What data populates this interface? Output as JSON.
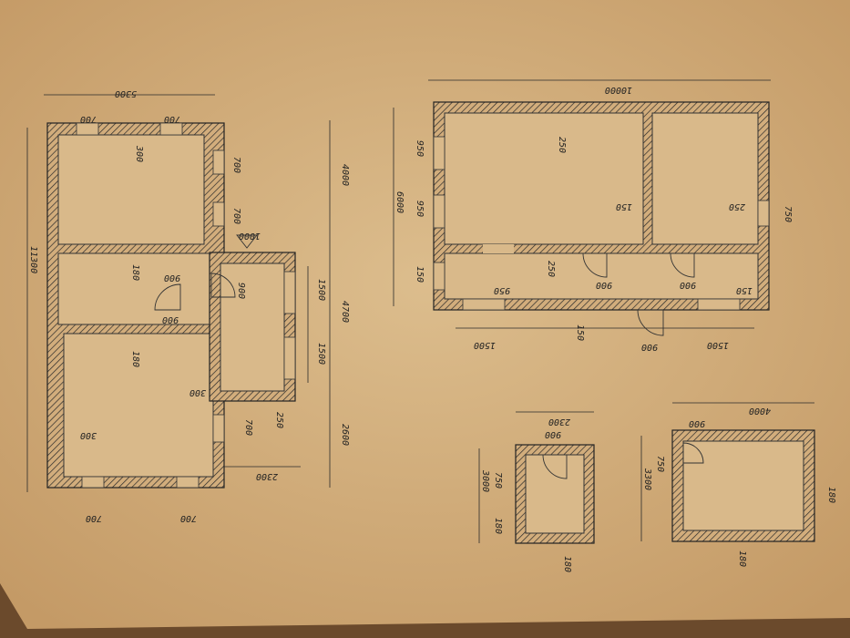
{
  "colors": {
    "paper": "#d4b282",
    "paper_edge": "#c7a06f",
    "background": "#6b4a2c",
    "ink": "#222222"
  },
  "plan_a": {
    "overall_length": "11300",
    "overall_width": "5300",
    "window_top_left": "700",
    "window_top_right": "700",
    "room1_label": "300",
    "room2_label": "180",
    "room2_door": "900",
    "room2_opening": "900",
    "room3_label": "180",
    "room3_corner": "300",
    "room3_bottom": "300",
    "right_side_win1": "700",
    "right_side_win2": "700",
    "porch_door": "1000",
    "porch_door2": "900",
    "porch_win1": "1500",
    "porch_win2": "1500",
    "porch_wall": "250",
    "porch_small": "700",
    "porch_width": "2300",
    "right_dim_top": "4000",
    "right_dim_mid": "4700",
    "right_dim_bot": "2600",
    "bottom_win_left": "700",
    "bottom_win_right": "700"
  },
  "plan_b": {
    "overall_length": "10000",
    "overall_width": "6000",
    "room_big_label": "250",
    "room_big_inner": "150",
    "room_small_inner": "250",
    "left_win1": "950",
    "left_win2": "950",
    "left_win3": "150",
    "corridor_opening1": "950",
    "corridor_wall": "250",
    "corridor_door1": "900",
    "corridor_door2": "900",
    "corridor_end": "150",
    "right_side": "750",
    "bottom_win_left": "1500",
    "bottom_mid": "150",
    "bottom_door": "900",
    "bottom_win_right": "1500"
  },
  "plan_c": {
    "width": "2300",
    "door_width": "900",
    "height": "3000",
    "wall_left": "180",
    "window": "750",
    "bottom_wall": "180"
  },
  "plan_d": {
    "width": "4000",
    "door_width": "900",
    "height": "3300",
    "window": "750",
    "wall_right": "180",
    "bottom_wall": "180"
  }
}
